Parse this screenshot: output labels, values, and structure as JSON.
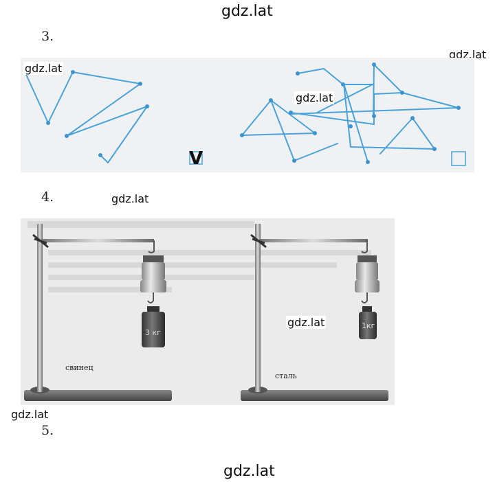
{
  "watermarks": {
    "top": "gdz.lat",
    "top_right": "gdz.lat",
    "ex3_left": "gdz.lat",
    "ex3_center": "gdz.lat",
    "ex4_header": "gdz.lat",
    "ex4_center": "gdz.lat",
    "bottom_left": "gdz.lat",
    "bottom": "gdz.lat"
  },
  "exercises": {
    "ex3_number": "3.",
    "ex4_number": "4.",
    "ex5_number": "5."
  },
  "ex3": {
    "check_mark": "V",
    "line_color": "#4aa3d8",
    "panel_bg": "#f0f1f3"
  },
  "ex4": {
    "left_weight_label": "3 кг",
    "right_weight_label": "1кг",
    "left_material": "свинец",
    "right_material": "сталь",
    "panel_bg": "#ebebeb"
  }
}
